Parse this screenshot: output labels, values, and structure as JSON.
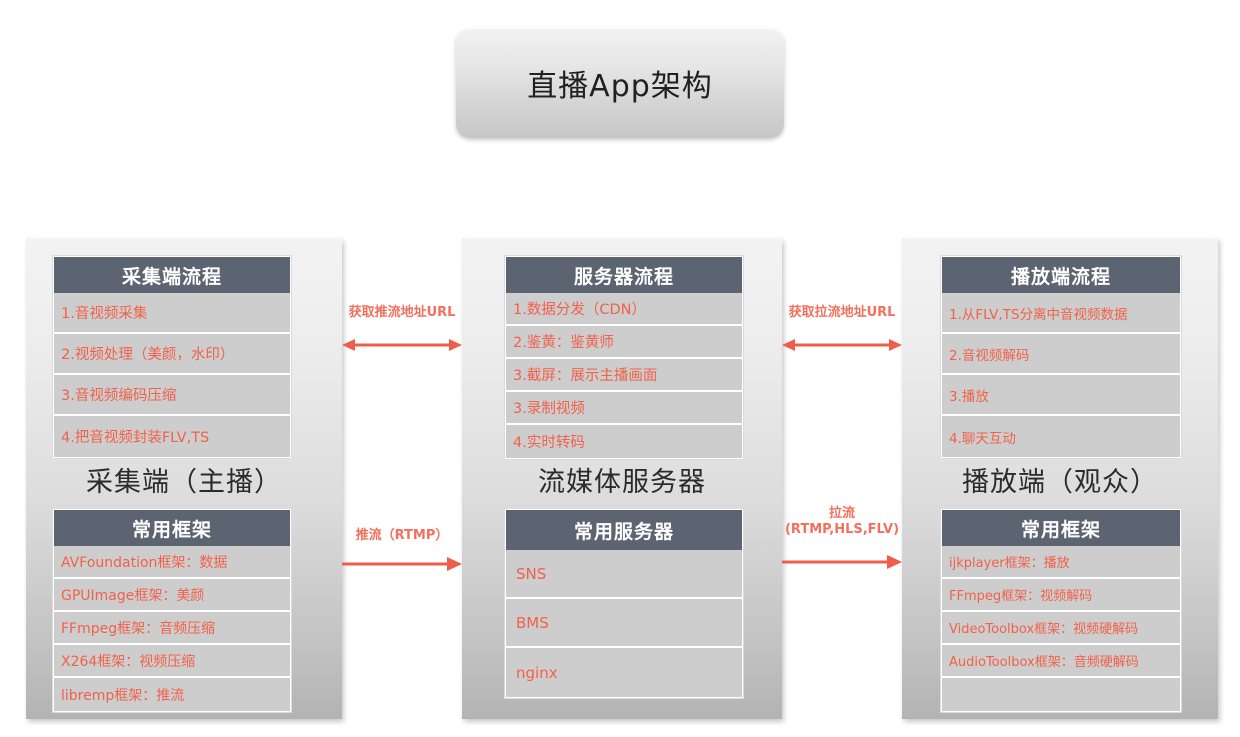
{
  "title": {
    "text": "直播App架构"
  },
  "columns": {
    "capture": {
      "subtitle": "采集端（主播）",
      "flow": {
        "header": "采集端流程",
        "rows": [
          "1.音视频采集",
          "2.视频处理（美颜，水印）",
          "3.音视频编码压缩",
          "4.把音视频封装FLV,TS"
        ]
      },
      "framework": {
        "header": "常用框架",
        "rows": [
          "AVFoundation框架：数据",
          "GPUImage框架：美颜",
          "FFmpeg框架：音频压缩",
          "X264框架：视频压缩",
          "libremp框架：推流"
        ]
      }
    },
    "server": {
      "subtitle": "流媒体服务器",
      "flow": {
        "header": "服务器流程",
        "rows": [
          "1.数据分发（CDN）",
          "2.鉴黄：鉴黄师",
          "3.截屏：展示主播画面",
          "3.录制视频",
          "4.实时转码"
        ]
      },
      "servers": {
        "header": "常用服务器",
        "rows": [
          "SNS",
          "BMS",
          "nginx"
        ]
      }
    },
    "player": {
      "subtitle": "播放端（观众）",
      "flow": {
        "header": "播放端流程",
        "rows": [
          "1.从FLV,TS分离中音视频数据",
          "2.音视频解码",
          "3.播放",
          "4.聊天互动"
        ]
      },
      "framework": {
        "header": "常用框架",
        "rows": [
          "ijkplayer框架：播放",
          "FFmpeg框架：视频解码",
          "VideoToolbox框架：视频硬解码",
          "AudioToolbox框架：音频硬解码",
          ""
        ]
      }
    }
  },
  "connectors": {
    "top_left": {
      "label": "获取推流地址URL",
      "direction": "bidirectional"
    },
    "top_right": {
      "label": "获取拉流地址URL",
      "direction": "bidirectional"
    },
    "bottom_left": {
      "label": "推流（RTMP）",
      "direction": "right"
    },
    "bottom_right": {
      "label_line1": "拉流",
      "label_line2": "(RTMP,HLS,FLV)",
      "direction": "right"
    }
  },
  "colors": {
    "header_bar": "#5d6471",
    "row_text": "#f2614a",
    "row_bg": "#cdcdcd",
    "arrow": "#f4705e",
    "panel_top": "#f3f3f3",
    "panel_bottom": "#b3b3b3"
  }
}
